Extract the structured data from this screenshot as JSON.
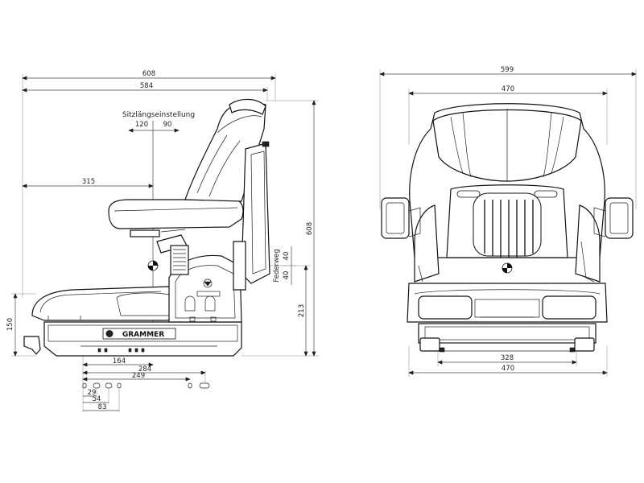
{
  "side_view": {
    "dim_width_total": "608",
    "dim_width_inner": "584",
    "dim_width_315": "315",
    "adjust_label": "Sitzlängseinstellung",
    "adjust_back": "120",
    "adjust_fwd": "90",
    "dim_height_608": "608",
    "dim_height_213": "213",
    "dim_height_150": "150",
    "suspension_label": "Federweg",
    "susp_a": "40",
    "susp_b": "40",
    "dim_164": "164",
    "dim_284": "284",
    "dim_249": "249",
    "dim_29": "29",
    "dim_54": "54",
    "dim_83": "83",
    "brand": "GRAMMER"
  },
  "front_view": {
    "dim_width_total": "599",
    "dim_width_470_top": "470",
    "dim_328": "328",
    "dim_width_470_bottom": "470"
  }
}
